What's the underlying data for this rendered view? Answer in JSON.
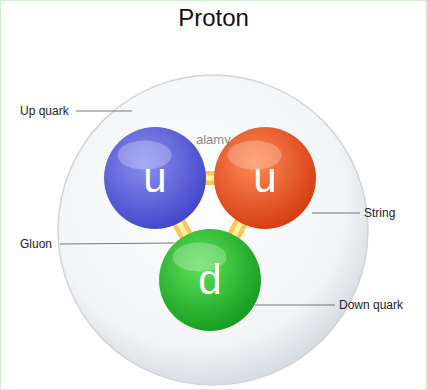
{
  "diagram": {
    "title": "Proton",
    "nodes": [
      {
        "text": [
          "u"
        ]
      },
      {
        "text": [
          "u"
        ]
      },
      {
        "text": [
          "d"
        ]
      }
    ],
    "edges": [
      {
        "from": 0,
        "to": 1,
        "arrow": "none"
      },
      {
        "from": 0,
        "to": 2,
        "arrow": "none"
      },
      {
        "from": 1,
        "to": 2,
        "arrow": "none"
      }
    ],
    "labels": [
      "Up quark",
      "String",
      "Gluon",
      "Down quark",
      "alamy"
    ]
  }
}
